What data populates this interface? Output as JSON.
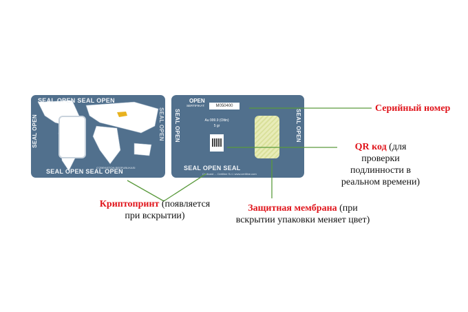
{
  "front_card": {
    "top_text": "SEAL OPEN SEAL OPEN",
    "bottom_text": "SEAL OPEN SEAL OPEN",
    "left_text": "SEAL OPEN",
    "right_text": "SEAL OPEN",
    "country_text": "O'ZBEKISTON RESPUBLIKASI"
  },
  "back_card": {
    "open_label": "OPEN",
    "sertifikat_label": "SERTIFIKAT:",
    "serial_number": "M050400",
    "purity": "Au 999.9 (Oltin)",
    "weight": "5 gr",
    "left_text": "SEAL OPEN",
    "right_text": "SEAL OPEN",
    "bottom_text": "SEAL OPEN SEAL",
    "footer_text": "Certicard ... Certiline S.r.l. www.certiline.com"
  },
  "callouts": {
    "serial": {
      "title": "Серийный номер",
      "desc": ""
    },
    "qr": {
      "title": "QR код",
      "desc": "(для проверки подлинности в реальном времени)"
    },
    "cryptoprint": {
      "title": "Криптопринт",
      "desc": "(появляется при вскрытии)"
    },
    "membrane": {
      "title": "Защитная мембрана",
      "desc": "(при вскрытии упаковки меняет цвет)"
    }
  },
  "colors": {
    "card": "#51708d",
    "line": "#5a9a3c",
    "accent": "#e0141b"
  }
}
